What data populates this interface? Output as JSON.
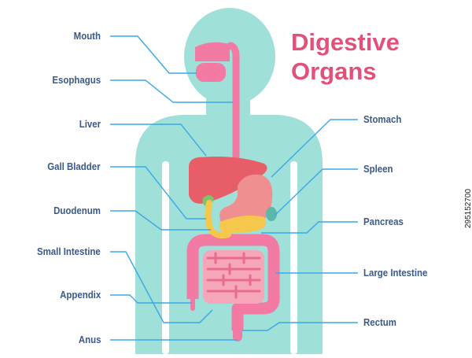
{
  "title": {
    "line1": "Digestive",
    "line2": "Organs"
  },
  "labels_left": {
    "mouth": "Mouth",
    "esophagus": "Esophagus",
    "liver": "Liver",
    "gall_bladder": "Gall Bladder",
    "duodenum": "Duodenum",
    "small_intestine": "Small Intestine",
    "appendix": "Appendix",
    "anus": "Anus"
  },
  "labels_right": {
    "stomach": "Stomach",
    "spleen": "Spleen",
    "pancreas": "Pancreas",
    "large_intestine": "Large Intestine",
    "rectum": "Rectum"
  },
  "stock_id": "295152700",
  "colors": {
    "body": "#9fe0d9",
    "organ_pink": "#f27aa3",
    "liver": "#e85e68",
    "stomach": "#f08f8f",
    "gall_bladder": "#7ec46e",
    "pancreas": "#f5c84c",
    "spleen": "#5bb8a8",
    "label_text": "#3a5a8c",
    "title_text": "#e0527a",
    "leader_line": "#3aa8e8"
  }
}
